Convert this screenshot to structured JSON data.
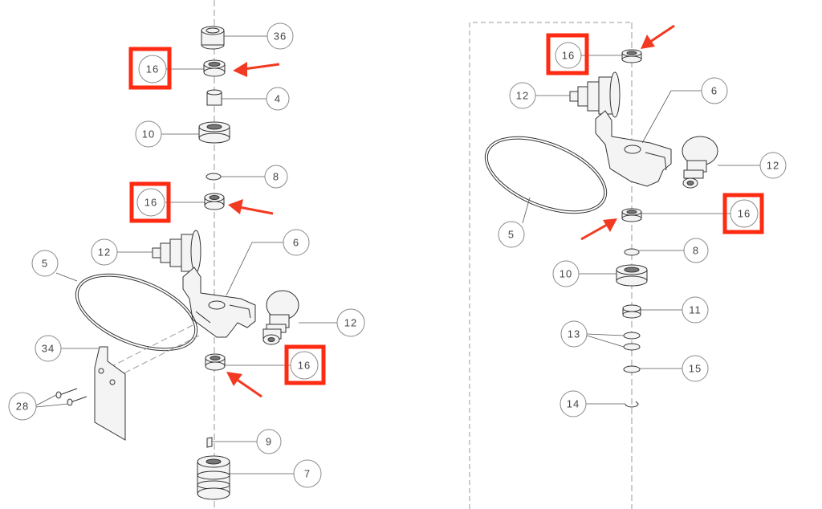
{
  "colors": {
    "highlight": "#ff2a12",
    "arrow": "#f23a22",
    "line": "#333333"
  },
  "callouts": {
    "left": {
      "c36": "36",
      "c16_top": "16",
      "c4": "4",
      "c10": "10",
      "c8": "8",
      "c16_mid": "16",
      "c12_left": "12",
      "c6": "6",
      "c5": "5",
      "c12_right": "12",
      "c34": "34",
      "c16_low": "16",
      "c28": "28",
      "c9": "9",
      "c7": "7"
    },
    "right": {
      "c16_top": "16",
      "c12_top": "12",
      "c6": "6",
      "c12_right": "12",
      "c5": "5",
      "c16_mid": "16",
      "c8": "8",
      "c10": "10",
      "c11": "11",
      "c13": "13",
      "c15": "15",
      "c14": "14"
    }
  },
  "highlighted_part": "16",
  "highlight_count": 5
}
